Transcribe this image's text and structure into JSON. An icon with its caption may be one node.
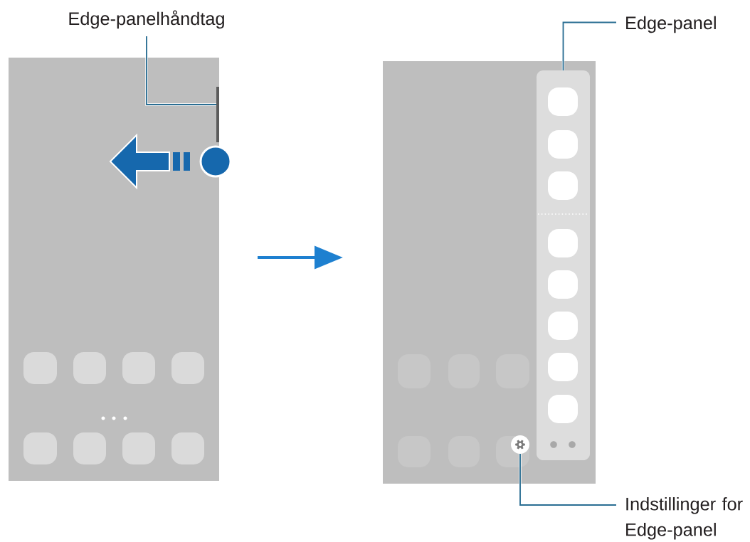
{
  "diagram": {
    "nodes": [
      {
        "text": [
          "Edge-panelhåndtag"
        ]
      },
      {
        "text": [
          "Edge-panel"
        ]
      },
      {
        "text": [],
        "shape": "box"
      },
      {
        "text": [],
        "shape": "bar",
        "in": 2
      },
      {
        "text": [],
        "shape": "box"
      },
      {
        "text": [],
        "shape": "box",
        "in": 4
      },
      {
        "text": [],
        "shape": "circle",
        "in": 4
      },
      {
        "text": [
          "Indstillinger for Edge-panel"
        ]
      }
    ],
    "edges": [
      {
        "from": 0,
        "to": 3,
        "arrow": "none"
      },
      {
        "from": 2,
        "to": 4,
        "arrow": "to",
        "color": "#1e80d0"
      },
      {
        "from": 1,
        "to": 5,
        "arrow": "none"
      },
      {
        "from": 7,
        "to": 6,
        "arrow": "none"
      }
    ]
  }
}
